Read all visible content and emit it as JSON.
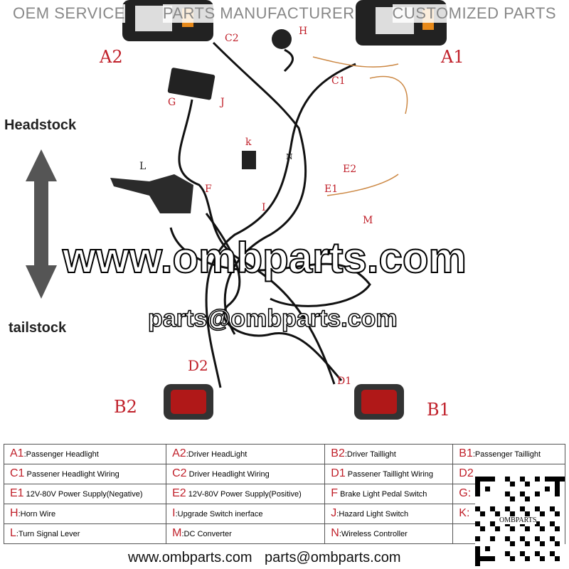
{
  "header": [
    "OEM SERVICE",
    "PARTS MANUFACTURER",
    "CUSTOMIZED PARTS"
  ],
  "side": {
    "top": "Headstock",
    "bottom": "tailstock"
  },
  "labels": {
    "A2": "A2",
    "A1": "A1",
    "C2": "C2",
    "C1": "C1",
    "H": "H",
    "G": "G",
    "J": "J",
    "K": "k",
    "N": "N",
    "L": "L",
    "F": "F",
    "I": "I",
    "E2": "E2",
    "E1": "E1",
    "M": "M",
    "D2": "D2",
    "D1": "D1",
    "B2": "B2",
    "B1": "B1"
  },
  "watermark": {
    "url": "www.ombparts.com",
    "email": "parts@ombparts.com"
  },
  "legend": [
    [
      {
        "k": "A1",
        "t": ":Passenger Headlight"
      },
      {
        "k": "A2",
        "t": ":Driver HeadLight"
      },
      {
        "k": "B2",
        "t": ":Driver Taillight"
      },
      {
        "k": "B1",
        "t": ":Passenger Taillight"
      }
    ],
    [
      {
        "k": "C1",
        "t": " Passener Headlight Wiring"
      },
      {
        "k": "C2",
        "t": " Driver Headlight Wiring"
      },
      {
        "k": "D1",
        "t": " Passener Taillight Wiring"
      },
      {
        "k": "D2",
        "t": ""
      }
    ],
    [
      {
        "k": "E1",
        "t": " 12V-80V Power Supply(Negative)"
      },
      {
        "k": "E2",
        "t": " 12V-80V Power Supply(Positive)"
      },
      {
        "k": "F",
        "t": " Brake Light Pedal Switch"
      },
      {
        "k": "G:",
        "t": ""
      }
    ],
    [
      {
        "k": "H",
        "t": ":Horn Wire"
      },
      {
        "k": "I",
        "t": ":Upgrade Switch inerface"
      },
      {
        "k": "J",
        "t": ":Hazard Light Switch"
      },
      {
        "k": "K:",
        "t": ""
      }
    ],
    [
      {
        "k": "L",
        "t": ":Turn Signal Lever"
      },
      {
        "k": "M",
        "t": ":DC Converter"
      },
      {
        "k": "N",
        "t": ":Wireless Controller"
      },
      {
        "k": "",
        "t": ""
      }
    ]
  ],
  "footer": {
    "url": "www.ombparts.com",
    "email": "parts@ombparts.com"
  },
  "qr_text": "OMBPARTS"
}
